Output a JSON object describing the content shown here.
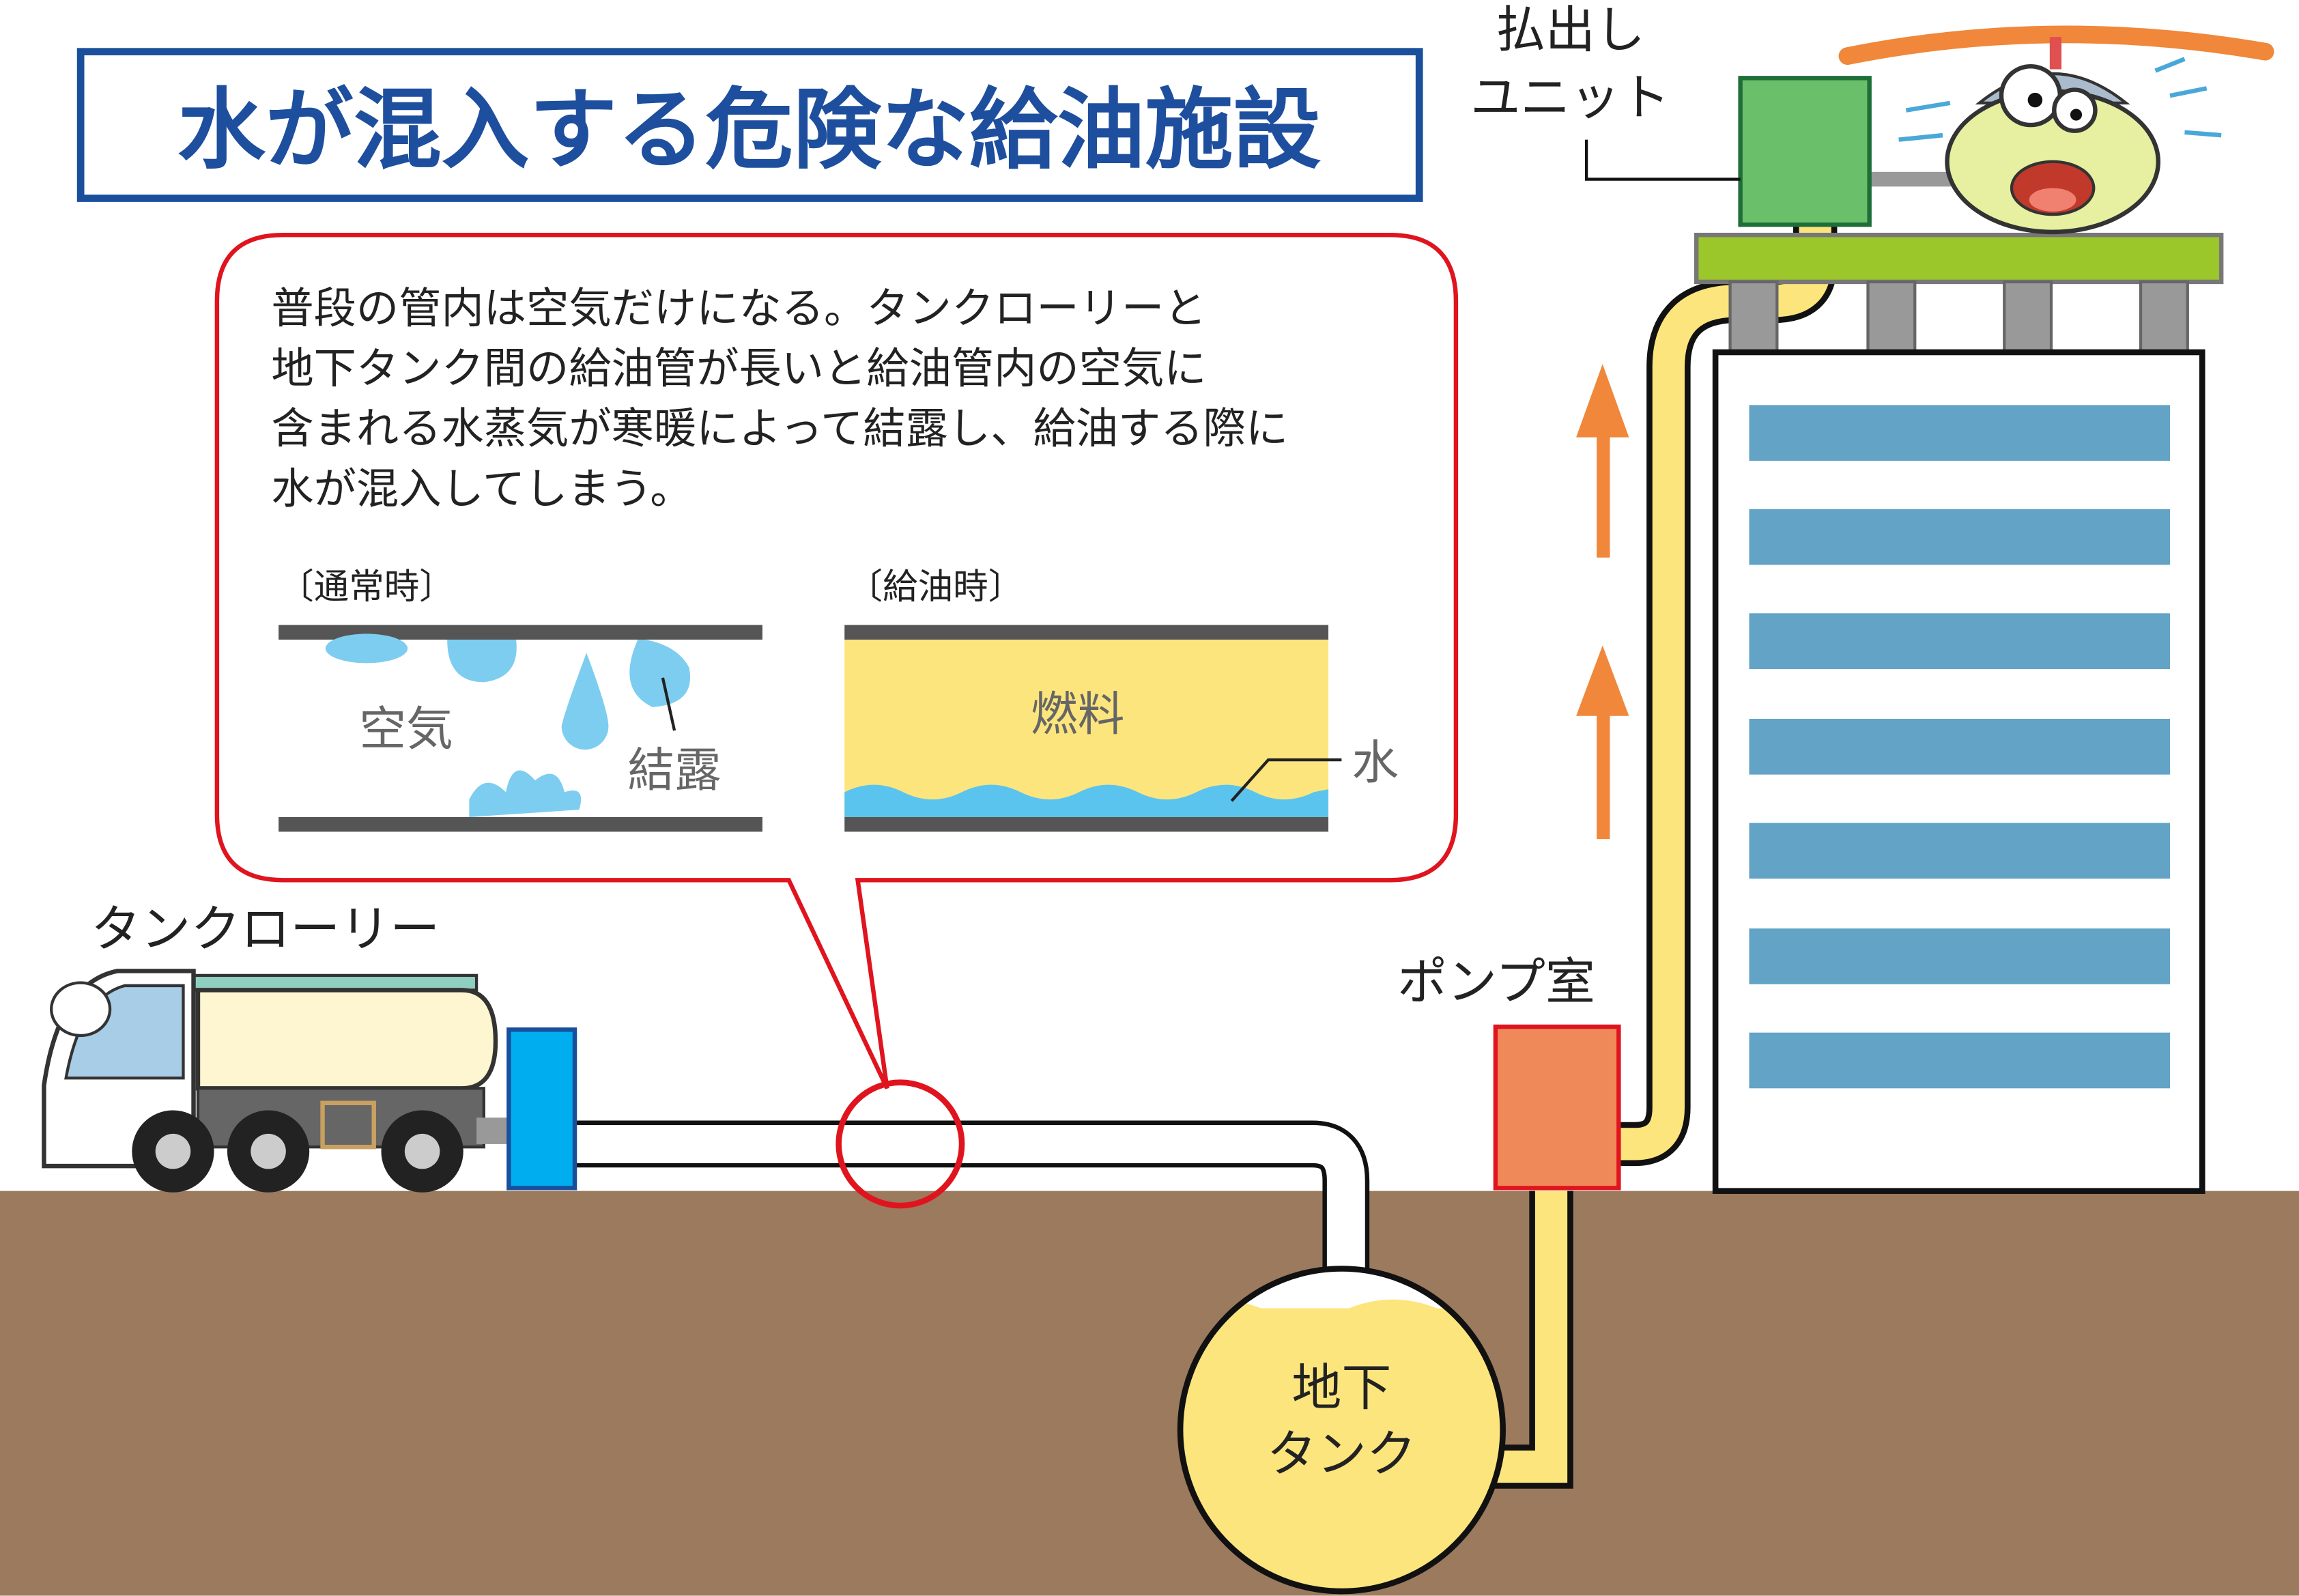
{
  "title": "水が混入する危険な給油施設",
  "callout": {
    "lines": [
      "普段の管内は空気だけになる。タンクローリーと",
      "地下タンク間の給油管が長いと給油管内の空気に",
      "含まれる水蒸気が寒暖によって結露し、給油する際に",
      "水が混入してしまう。"
    ],
    "normal": {
      "heading": "〔通常時〕",
      "air": "空気",
      "condensation": "結露"
    },
    "fueling": {
      "heading": "〔給油時〕",
      "fuel": "燃料",
      "water": "水"
    }
  },
  "labels": {
    "tank_lorry": "タンクローリー",
    "pump_room": "ポンプ室",
    "dispense_unit_1": "払出し",
    "dispense_unit_2": "ユニット",
    "underground_tank_1": "地下",
    "underground_tank_2": "タンク"
  },
  "colors": {
    "title_blue": "#1e4f9e",
    "callout_red": "#e0141e",
    "fuel_yellow": "#fde57d",
    "water_blue": "#5bc4ee",
    "ground": "#9b7a5e",
    "arrow_orange": "#f0873a"
  }
}
